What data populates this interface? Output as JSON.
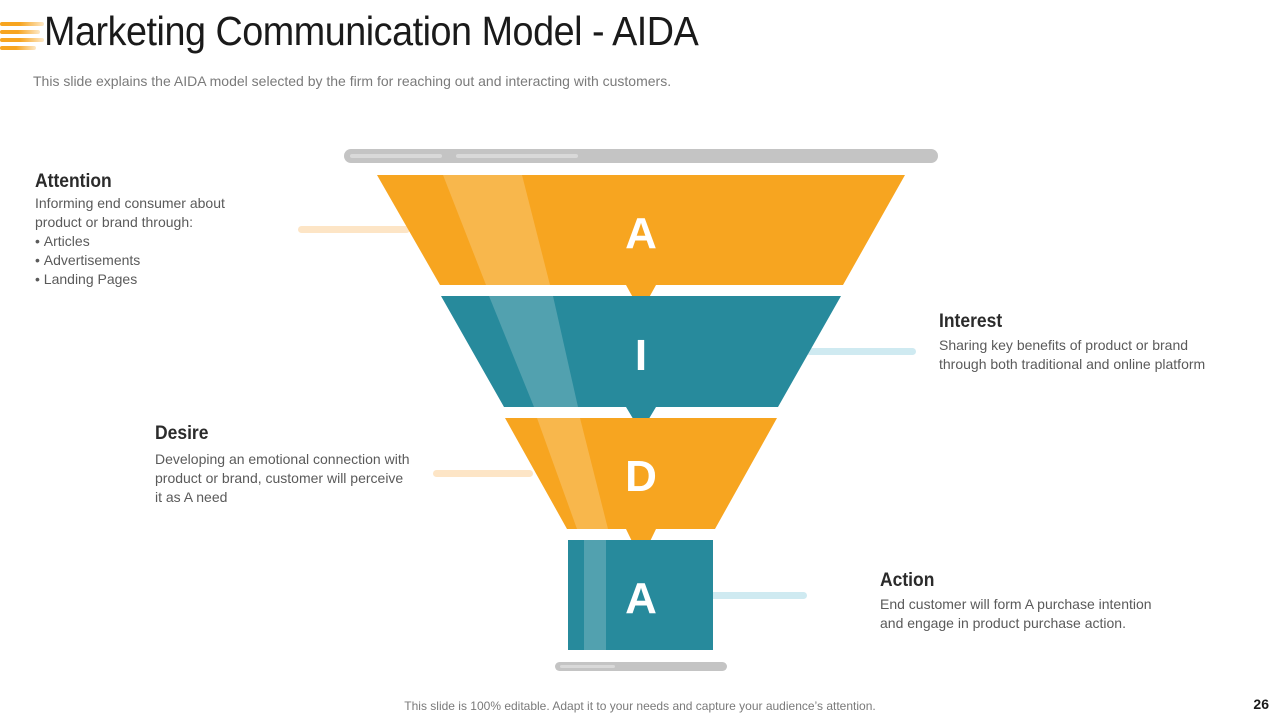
{
  "slide": {
    "title": "Marketing Communication Model - AIDA",
    "subtitle": "This slide explains the AIDA  model selected by the firm for reaching out and interacting with customers.",
    "footer_note": "This slide is 100% editable. Adapt it to your needs and capture your audience’s attention.",
    "page_number": "26"
  },
  "colors": {
    "orange": "#f7a520",
    "teal": "#278a9c",
    "light_orange": "#fde5c6",
    "light_teal": "#cfeaf1",
    "gray_bar": "#c4c4c4",
    "title_text": "#1a1a1a",
    "body_text": "#5a5a5a"
  },
  "funnel": {
    "layers": [
      {
        "letter": "A",
        "color": "orange"
      },
      {
        "letter": "I",
        "color": "teal"
      },
      {
        "letter": "D",
        "color": "orange"
      },
      {
        "letter": "A",
        "color": "teal"
      }
    ]
  },
  "stages": {
    "attention": {
      "heading": "Attention",
      "lines": [
        "Informing end consumer about",
        "product or brand through:"
      ],
      "bullets": [
        "Articles",
        "Advertisements",
        "Landing Pages"
      ]
    },
    "interest": {
      "heading": "Interest",
      "lines": [
        "Sharing key benefits of product or brand",
        "through both traditional and online platform"
      ]
    },
    "desire": {
      "heading": "Desire",
      "lines": [
        "Developing an emotional connection with",
        "product or brand, customer will perceive",
        "it as A need"
      ]
    },
    "action": {
      "heading": "Action",
      "lines": [
        "End customer will form A purchase intention",
        "and engage in product purchase action."
      ]
    }
  }
}
